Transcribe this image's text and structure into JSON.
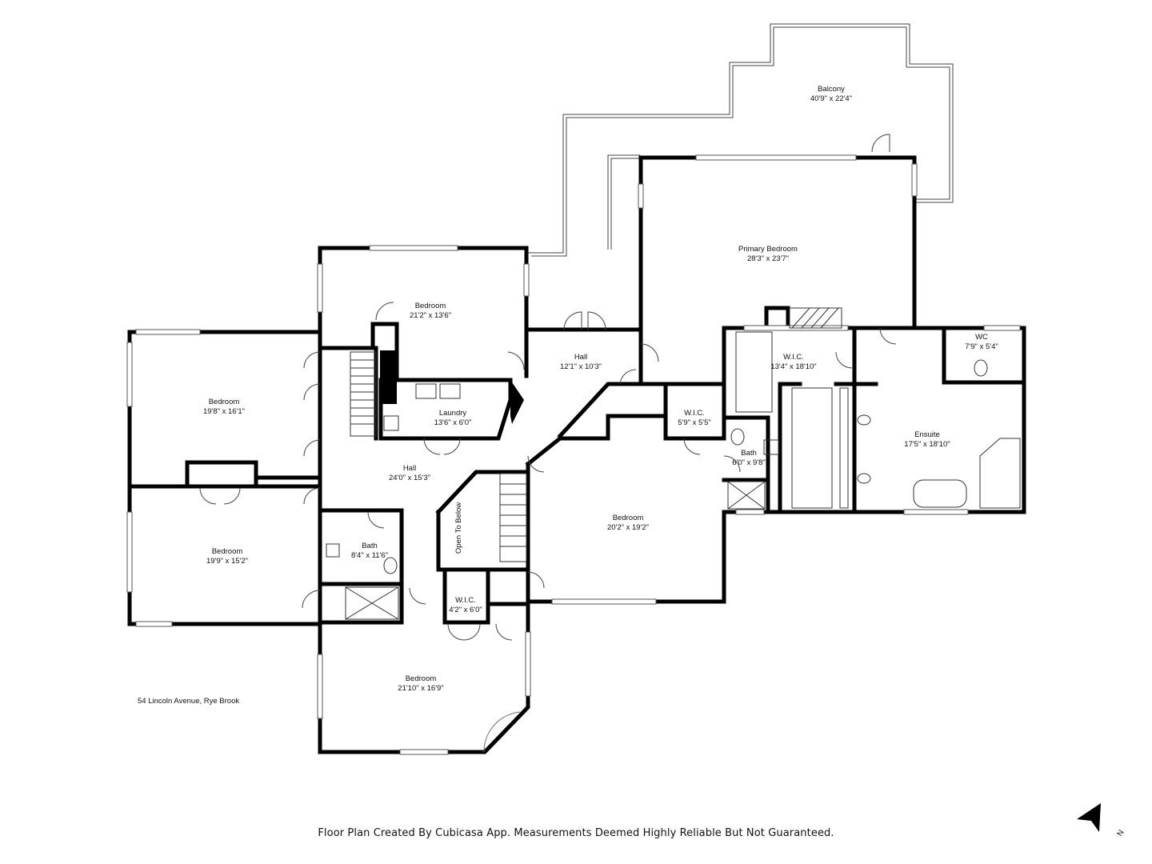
{
  "rooms": {
    "balcony": {
      "name": "Balcony",
      "size": "40'9\" x 22'4\""
    },
    "primary": {
      "name": "Primary Bedroom",
      "size": "28'3\" x 23'7\""
    },
    "bed_top": {
      "name": "Bedroom",
      "size": "21'2\" x 13'6\""
    },
    "bed_left1": {
      "name": "Bedroom",
      "size": "19'8\" x 16'1\""
    },
    "bed_left2": {
      "name": "Bedroom",
      "size": "19'9\" x 15'2\""
    },
    "bed_bottom": {
      "name": "Bedroom",
      "size": "21'10\" x 16'9\""
    },
    "bed_center": {
      "name": "Bedroom",
      "size": "20'2\" x 19'2\""
    },
    "hall_upper": {
      "name": "Hall",
      "size": "12'1\" x 10'3\""
    },
    "hall_main": {
      "name": "Hall",
      "size": "24'0\" x 15'3\""
    },
    "laundry": {
      "name": "Laundry",
      "size": "13'6\" x 6'0\""
    },
    "wic_large": {
      "name": "W.I.C.",
      "size": "13'4\" x 18'10\""
    },
    "wic_mid": {
      "name": "W.I.C.",
      "size": "5'9\" x 5'5\""
    },
    "wic_small": {
      "name": "W.I.C.",
      "size": "4'2\" x 6'0\""
    },
    "wc": {
      "name": "WC",
      "size": "7'9\" x 5'4\""
    },
    "ensuite": {
      "name": "Ensuite",
      "size": "17'5\" x 18'10\""
    },
    "bath_right": {
      "name": "Bath",
      "size": "6'0\" x 9'8\""
    },
    "bath_left": {
      "name": "Bath",
      "size": "8'4\" x 11'6\""
    },
    "open_below": {
      "name": "Open To Below"
    }
  },
  "address": "54 Lincoln Avenue, Rye Brook",
  "footer": "Floor Plan Created By Cubicasa App. Measurements Deemed Highly Reliable But Not Guaranteed.",
  "compass": {
    "letter": "N",
    "icon": "north-arrow-icon"
  },
  "colors": {
    "wall": "#000000",
    "background": "#ffffff",
    "line": "#555555"
  }
}
